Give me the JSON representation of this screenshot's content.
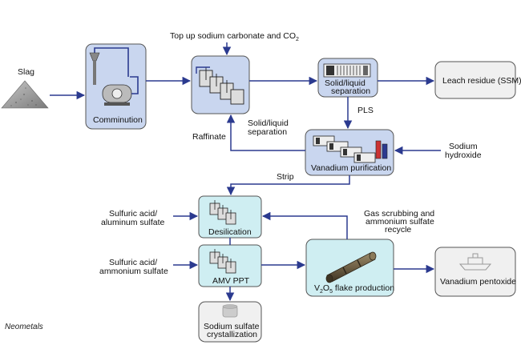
{
  "colors": {
    "process_box_fill": "#c9d6ef",
    "purification_box_fill": "#c9d6ef",
    "desilication_box_fill": "#cfeef2",
    "output_box_fill": "#f0f0f0",
    "box_stroke": "#555555",
    "arrow": "#2b3a8f"
  },
  "inputs": {
    "slag": "Slag",
    "top_up": "Top up sodium carbonate and CO",
    "top_up_subscript": "2",
    "sodium_hydroxide_line1": "Sodium",
    "sodium_hydroxide_line2": "hydroxide",
    "sulfuric_aluminum_line1": "Sulfuric acid/",
    "sulfuric_aluminum_line2": "aluminum sulfate",
    "sulfuric_ammonium_line1": "Sulfuric acid/",
    "sulfuric_ammonium_line2": "ammonium sulfate"
  },
  "boxes": {
    "comminution": "Comminution",
    "leaching_note_line1": "Solid/liquid",
    "leaching_note_line2": "separation",
    "solid_liquid_line1": "Solid/liquid",
    "solid_liquid_line2": "separation",
    "leach_residue": "Leach residue (SSM)",
    "vanadium_purification": "Vanadium purification",
    "desilication": "Desilication",
    "amv_ppt": "AMV PPT",
    "flake_V": "V",
    "flake_sub2": "2",
    "flake_O": "O",
    "flake_sub5": "5",
    "flake_rest": " flake production",
    "vanadium_pentoxide": "Vanadium pentoxide",
    "sodium_sulfate_line1": "Sodium sulfate",
    "sodium_sulfate_line2": "crystallization"
  },
  "flows": {
    "raffinate": "Raffinate",
    "pls": "PLS",
    "strip": "Strip",
    "gas_line1": "Gas scrubbing and",
    "gas_line2": "ammonium sulfate",
    "gas_line3": "recycle"
  },
  "icons": [
    "slag-pile-icon",
    "mill-icon",
    "tank-cascade-icon",
    "filter-press-icon",
    "kiln-icon",
    "ship-icon",
    "bag-icon"
  ],
  "credit": "Neometals"
}
